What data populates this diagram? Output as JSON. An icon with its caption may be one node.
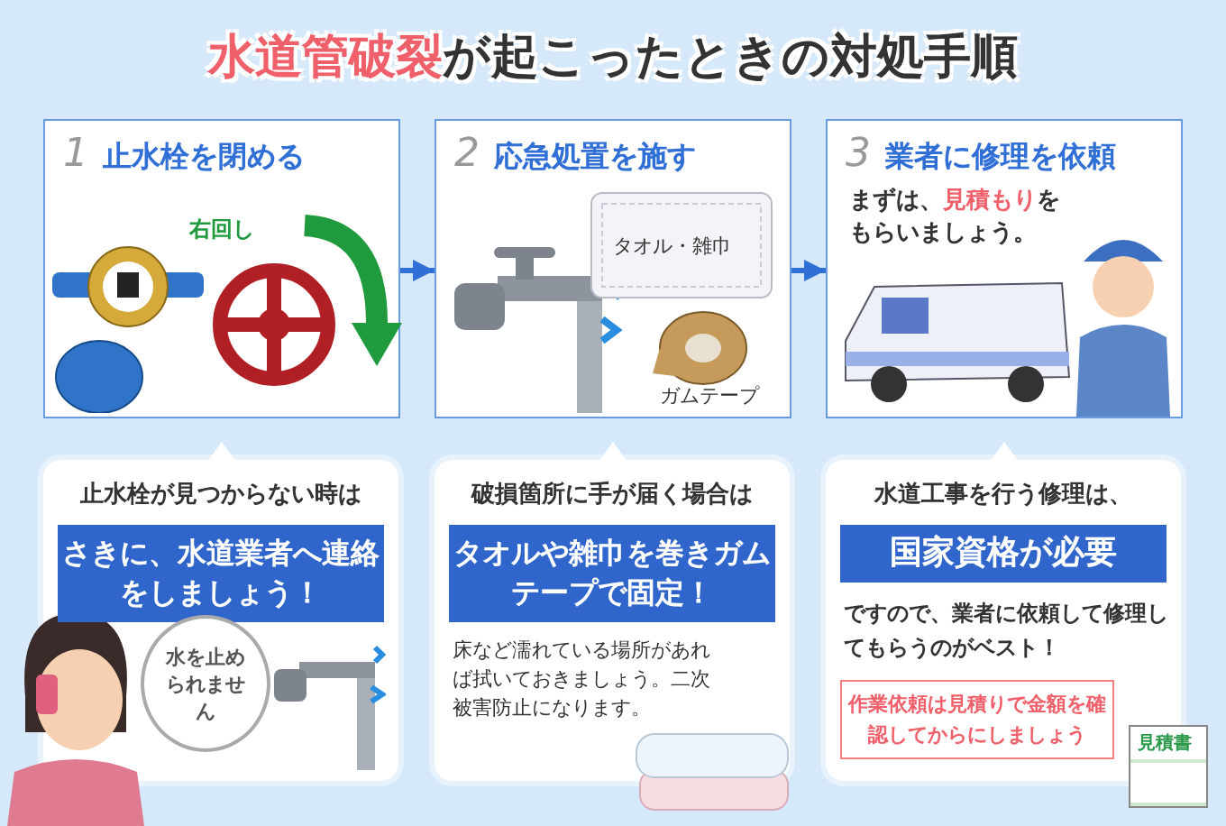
{
  "diagram": {
    "title": "**水道管破裂**が起こったときの対処手順",
    "nodes": [
      {
        "text": [
          "1",
          "止水栓を閉める",
          "右回し"
        ]
      },
      {
        "text": [
          "2",
          "応急処置を施す",
          "タオル・雑巾",
          "ガムテープ"
        ]
      },
      {
        "text": [
          "3",
          "業者に修理を依頼",
          "まずは、**見積もり**をもらいましょう。"
        ]
      },
      {
        "text": [
          "止水栓が見つからない時は"
        ]
      },
      {
        "text": [
          "さきに、水道業者へ連絡をしましょう！"
        ],
        "in": 3
      },
      {
        "text": [
          "水を止められません"
        ],
        "in": 3
      },
      {
        "text": [
          "破損箇所に手が届く場合は",
          "床など濡れている場所があれば拭いておきましょう。二次被害防止になります。"
        ]
      },
      {
        "text": [
          "タオルや雑巾を巻きガムテープで固定！"
        ],
        "in": 6
      },
      {
        "text": [
          "水道工事を行う修理は、",
          "ですので、業者に依頼して修理してもらうのがベスト！"
        ]
      },
      {
        "text": [
          "国家資格が必要"
        ],
        "in": 8
      },
      {
        "text": [
          "作業依頼は見積りで金額を確認してからにしましょう"
        ],
        "in": 8
      },
      {
        "text": [
          "見積書"
        ]
      }
    ],
    "edges": [
      {
        "from": 0,
        "to": 1,
        "arrow": "to"
      },
      {
        "from": 1,
        "to": 2,
        "arrow": "to"
      }
    ]
  }
}
